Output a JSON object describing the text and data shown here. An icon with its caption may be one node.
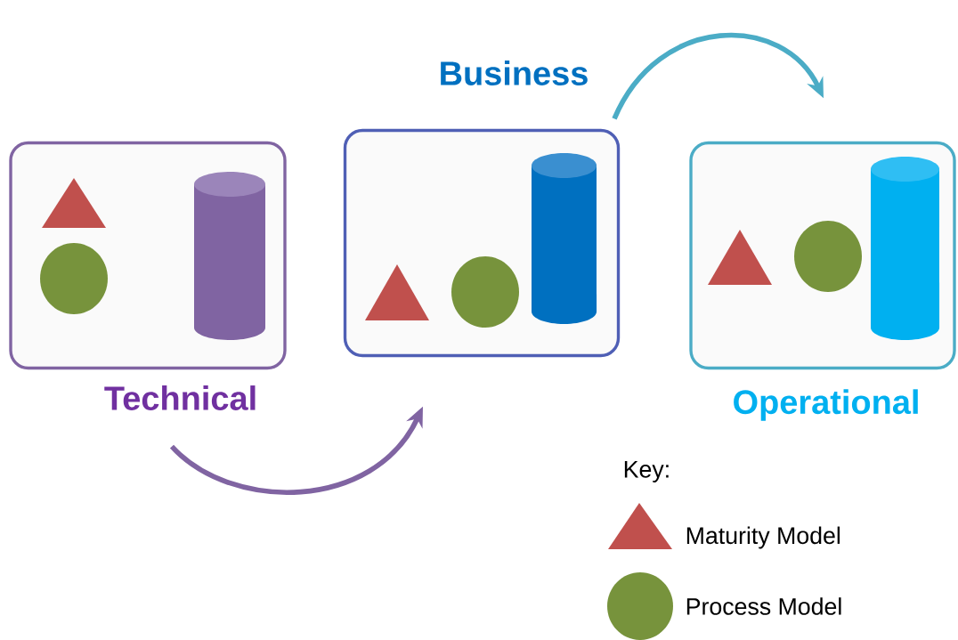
{
  "diagram": {
    "nodes": [
      {
        "text": [
          "Technical"
        ]
      },
      {
        "text": [
          "Business"
        ]
      },
      {
        "text": [
          "Operational"
        ]
      }
    ],
    "edges": [
      {
        "from": 0,
        "to": 1,
        "arrow": "to",
        "color": "#8064a2"
      },
      {
        "from": 1,
        "to": 2,
        "arrow": "to",
        "color": "#4bacc6"
      }
    ],
    "labels": [
      "Key:"
    ],
    "legend": [
      {
        "text": "Maturity Model"
      },
      {
        "text": "Process Model"
      }
    ]
  }
}
